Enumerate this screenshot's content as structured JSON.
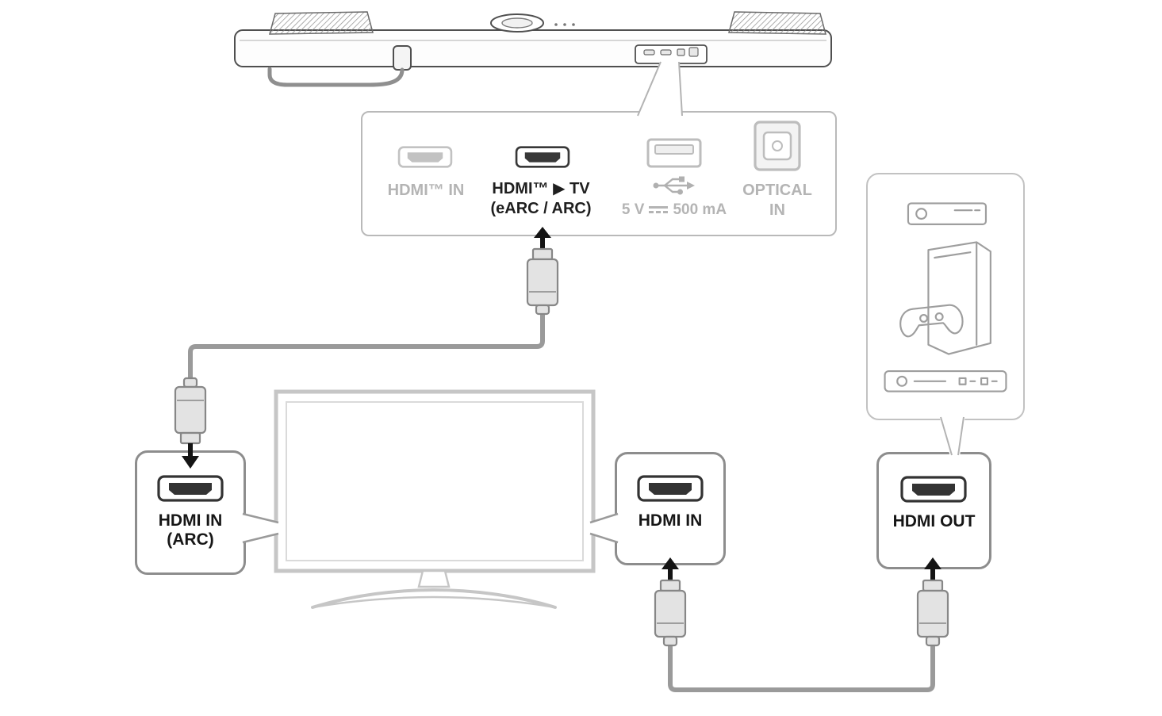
{
  "title": "Soundbar HDMI connection diagram",
  "colors": {
    "cable": "#9a9a9a",
    "panel_border": "#b9b9b9",
    "box_border": "#8d8d8d",
    "muted_text": "#b4b4b4",
    "dark_text": "#1f1f1f",
    "arrow": "#141414"
  },
  "soundbar_ports": {
    "hdmi_in": {
      "label": "HDMI™ IN"
    },
    "hdmi_tv": {
      "line1": "HDMI™ ▶ TV",
      "line2": "(eARC / ARC)"
    },
    "usb": {
      "voltage": "5 V",
      "current": "500 mA"
    },
    "optical": {
      "line1": "OPTICAL",
      "line2": "IN"
    }
  },
  "boxes": {
    "tv_arc": {
      "line1": "HDMI IN",
      "line2": "(ARC)"
    },
    "tv_side": {
      "label": "HDMI IN"
    },
    "device": {
      "label": "HDMI OUT"
    }
  },
  "icons": {
    "soundbar": "soundbar-illustration",
    "tv": "tv-illustration",
    "hdmi_port": "hdmi-port-icon",
    "usb_port": "usb-port-icon",
    "usb_symbol": "usb-trident-icon",
    "dc_power": "dc-power-icon",
    "optical_port": "optical-port-icon",
    "hdmi_connector": "hdmi-connector-icon",
    "up_arrow": "arrow-up-icon",
    "down_arrow": "arrow-down-icon",
    "set_top_box": "set-top-box-icon",
    "game_console": "game-console-icon",
    "disc_player": "disc-player-icon"
  }
}
